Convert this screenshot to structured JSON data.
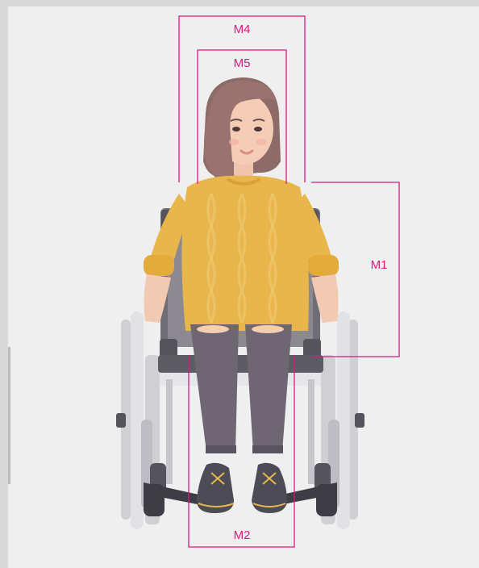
{
  "colors": {
    "background": "#efefef",
    "frame": "#d9d9d9",
    "measure": "#e0177f",
    "sweater": "#e8b64a",
    "hair": "#9a7370",
    "skin": "#f2c9b2",
    "pants": "#6e6672",
    "wheelchair_frame": "#cfcfd4",
    "wheelchair_seat": "#8c8a90",
    "shoes": "#4d4b55"
  },
  "measurements": {
    "m1": "M1",
    "m2": "M2",
    "m4": "M4",
    "m5": "M5"
  }
}
